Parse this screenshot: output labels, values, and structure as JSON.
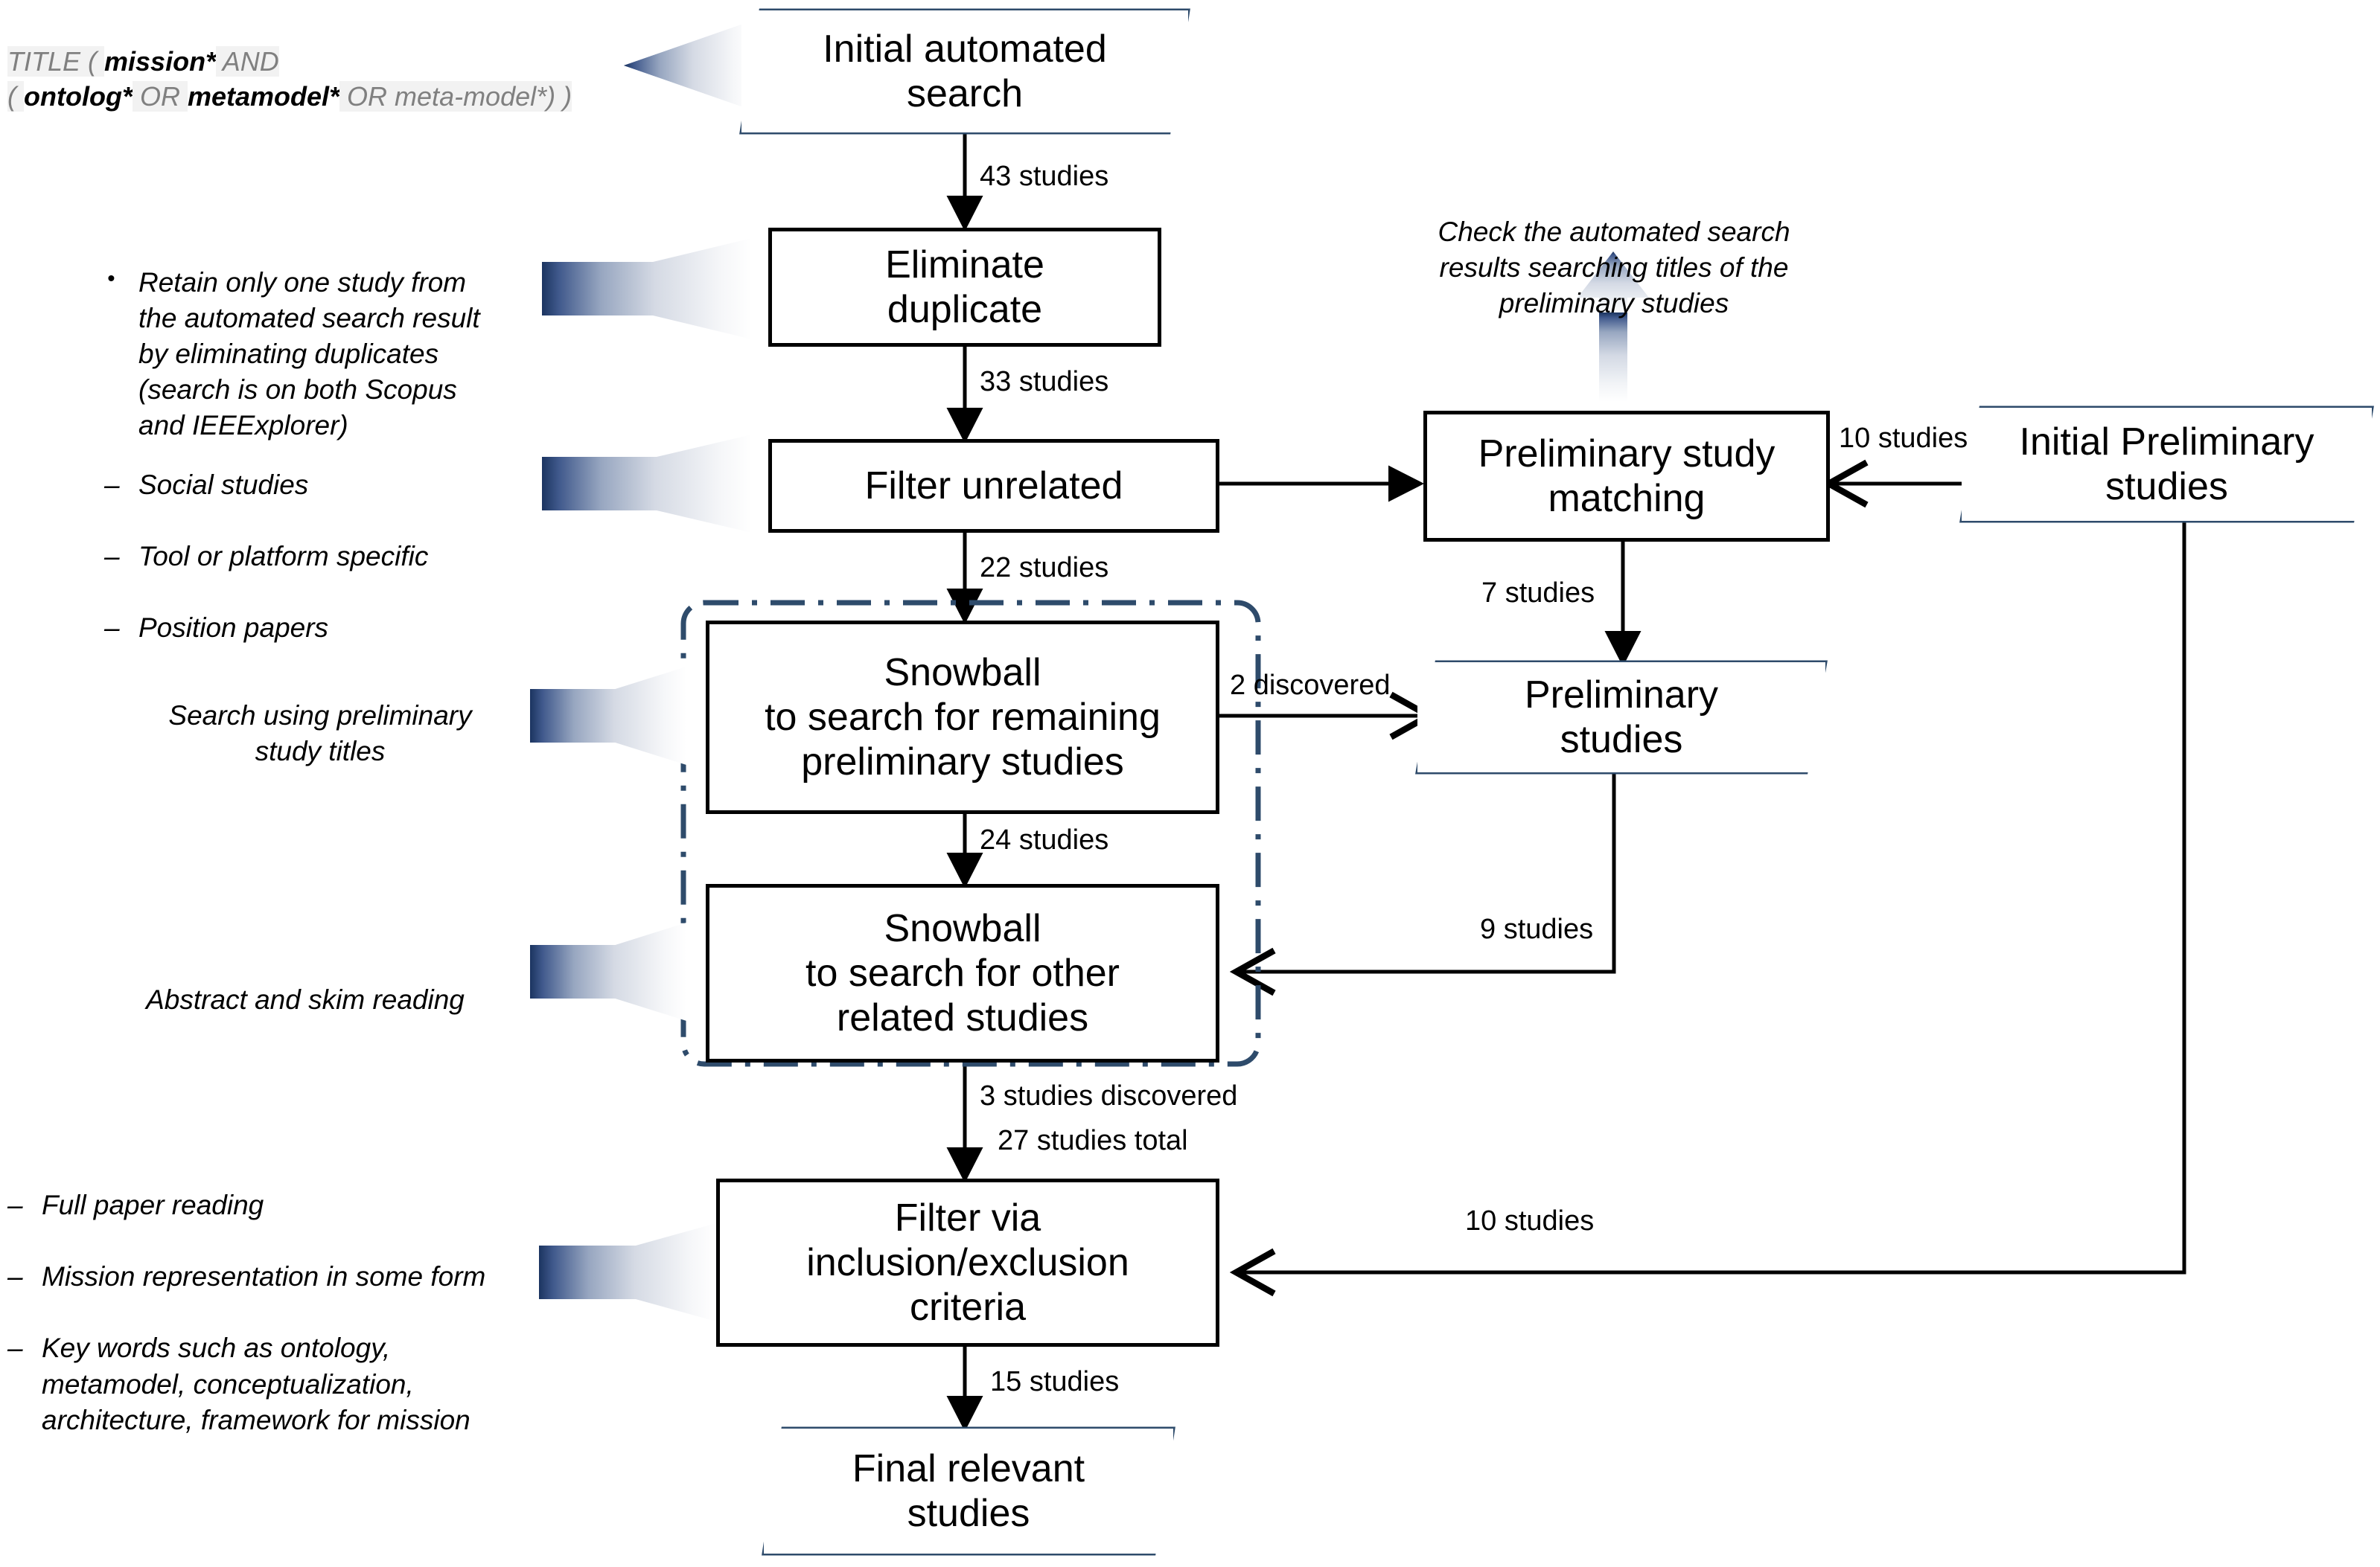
{
  "diagram": {
    "title": "Systematic literature review study selection flow",
    "accent_color": "#2E4B6B",
    "arrow_gradient_dark": "#1F3864",
    "arrow_gradient_light": "#FFFFFF",
    "node_border_color": "#000000",
    "dashed_group_color": "#2E4B6B"
  },
  "nodes": {
    "initial_automated_search": {
      "label": "Initial automated\nsearch",
      "shape": "parallelogram"
    },
    "eliminate_duplicate": {
      "label": "Eliminate\nduplicate",
      "shape": "process"
    },
    "filter_unrelated": {
      "label": "Filter unrelated",
      "shape": "process"
    },
    "snowball_preliminary": {
      "label": "Snowball\nto search for remaining\npreliminary studies",
      "shape": "process"
    },
    "snowball_related": {
      "label": "Snowball\nto search for other\nrelated studies",
      "shape": "process"
    },
    "filter_criteria": {
      "label": "Filter via\ninclusion/exclusion\ncriteria",
      "shape": "process"
    },
    "final_relevant_studies": {
      "label": "Final relevant\nstudies",
      "shape": "parallelogram"
    },
    "preliminary_study_matching": {
      "label": "Preliminary study\nmatching",
      "shape": "process"
    },
    "initial_preliminary_studies": {
      "label": "Initial Preliminary\nstudies",
      "shape": "parallelogram"
    },
    "preliminary_studies": {
      "label": "Preliminary\nstudies",
      "shape": "parallelogram"
    }
  },
  "edge_labels": {
    "search_to_eliminate": "43 studies",
    "eliminate_to_filter": "33 studies",
    "filter_to_snowball": "22 studies",
    "snowball1_to_snowball2": "24 studies",
    "snowball1_to_prelim": "2 discovered",
    "snowball2_out_a": "3 studies discovered",
    "snowball2_out_b": "27 studies total",
    "criteria_to_final": "15 studies",
    "matching_to_prelim": "7 studies",
    "initial_prelim_to_matching": "10 studies",
    "prelim_to_snowball2": "9 studies",
    "initial_prelim_to_criteria": "10 studies"
  },
  "annotations": {
    "query": {
      "line1_a": "TITLE ( ",
      "line1_b": "mission*",
      "line1_c": " AND",
      "line2_a": "( ",
      "line2_b": "ontolog*",
      "line2_c": " OR ",
      "line2_d": "metamodel*",
      "line2_e": "  OR meta-model*) )"
    },
    "eliminate_note": "Retain only one study from\nthe automated search result\nby eliminating duplicates\n(search is on both Scopus\nand IEEExplorer)",
    "filter_note_items": [
      "Social studies",
      "Tool or platform specific",
      "Position papers"
    ],
    "snowball1_note": "Search using preliminary\nstudy titles",
    "snowball2_note": "Abstract and skim reading",
    "criteria_note_items": [
      "Full paper reading",
      "Mission representation in some form",
      "Key words such as ontology,\nmetamodel, conceptualization,\narchitecture, framework for mission"
    ],
    "matching_note": "Check the automated search\nresults searching titles of the\npreliminary studies"
  }
}
